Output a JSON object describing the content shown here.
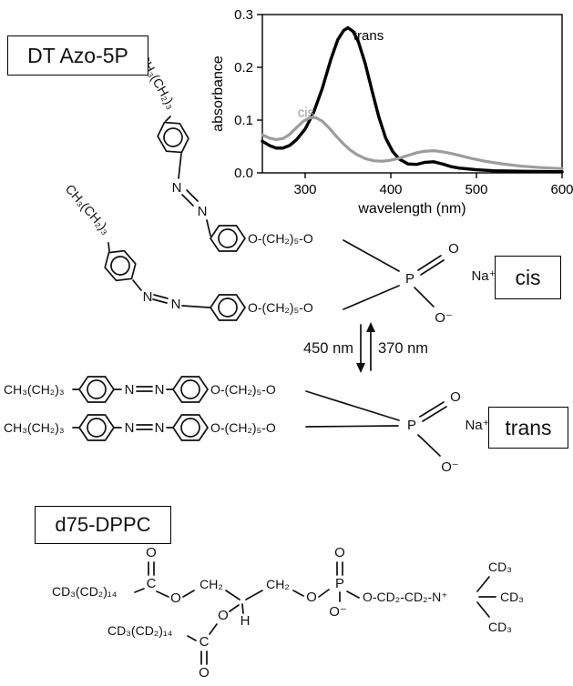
{
  "boxes": {
    "dt_azo_5p": "DT Azo-5P",
    "cis": "cis",
    "trans": "trans",
    "d75_dppc": "d75-DPPC"
  },
  "arrows": {
    "down_label": "450 nm",
    "up_label": "370 nm"
  },
  "fragments": {
    "butyl": "CH₃(CH₂)₃",
    "pentyloxy": "O-(CH₂)₅-O",
    "na_plus": "Na⁺",
    "p": "P",
    "o": "O",
    "o_minus": "O⁻",
    "n": "N",
    "d_tail": "CD₃(CD₂)₁₄",
    "c": "C",
    "ch2": "CH₂",
    "h": "H",
    "choline": "O-CD₂-CD₂-N⁺",
    "cd3": "CD₃"
  },
  "chart_data": {
    "type": "line",
    "title": "",
    "xlabel": "wavelength (nm)",
    "ylabel": "absorbance",
    "xlim": [
      250,
      600
    ],
    "ylim": [
      0,
      0.3
    ],
    "xticks": [
      300,
      400,
      500,
      600
    ],
    "yticks": [
      0,
      0.1,
      0.2,
      0.3
    ],
    "grid": false,
    "legend": "inline-annotations",
    "series": [
      {
        "name": "trans",
        "color": "#000000",
        "width": 3.4,
        "x": [
          250,
          258,
          266,
          274,
          282,
          290,
          300,
          310,
          320,
          330,
          338,
          345,
          350,
          356,
          362,
          370,
          378,
          386,
          394,
          402,
          410,
          420,
          430,
          440,
          450,
          460,
          470,
          480,
          500,
          520,
          550,
          600
        ],
        "y": [
          0.06,
          0.052,
          0.047,
          0.047,
          0.052,
          0.063,
          0.083,
          0.115,
          0.16,
          0.215,
          0.252,
          0.27,
          0.275,
          0.268,
          0.249,
          0.208,
          0.156,
          0.106,
          0.066,
          0.041,
          0.026,
          0.017,
          0.016,
          0.02,
          0.021,
          0.017,
          0.012,
          0.009,
          0.006,
          0.004,
          0.003,
          0.002
        ]
      },
      {
        "name": "cis",
        "color": "#9c9c9c",
        "width": 3.2,
        "x": [
          250,
          258,
          266,
          274,
          282,
          290,
          298,
          305,
          312,
          320,
          328,
          336,
          344,
          352,
          360,
          370,
          380,
          390,
          400,
          410,
          420,
          430,
          440,
          450,
          460,
          470,
          480,
          495,
          510,
          530,
          550,
          575,
          600
        ],
        "y": [
          0.072,
          0.066,
          0.063,
          0.065,
          0.073,
          0.086,
          0.098,
          0.104,
          0.105,
          0.098,
          0.085,
          0.07,
          0.056,
          0.044,
          0.035,
          0.027,
          0.023,
          0.022,
          0.024,
          0.028,
          0.033,
          0.038,
          0.041,
          0.042,
          0.04,
          0.037,
          0.033,
          0.027,
          0.022,
          0.017,
          0.013,
          0.01,
          0.008
        ]
      }
    ],
    "annotations": [
      {
        "text": "trans",
        "x": 374,
        "y": 0.252,
        "color": "#000000"
      },
      {
        "text": "cis",
        "x": 301,
        "y": 0.106,
        "color": "#9c9c9c"
      }
    ]
  }
}
